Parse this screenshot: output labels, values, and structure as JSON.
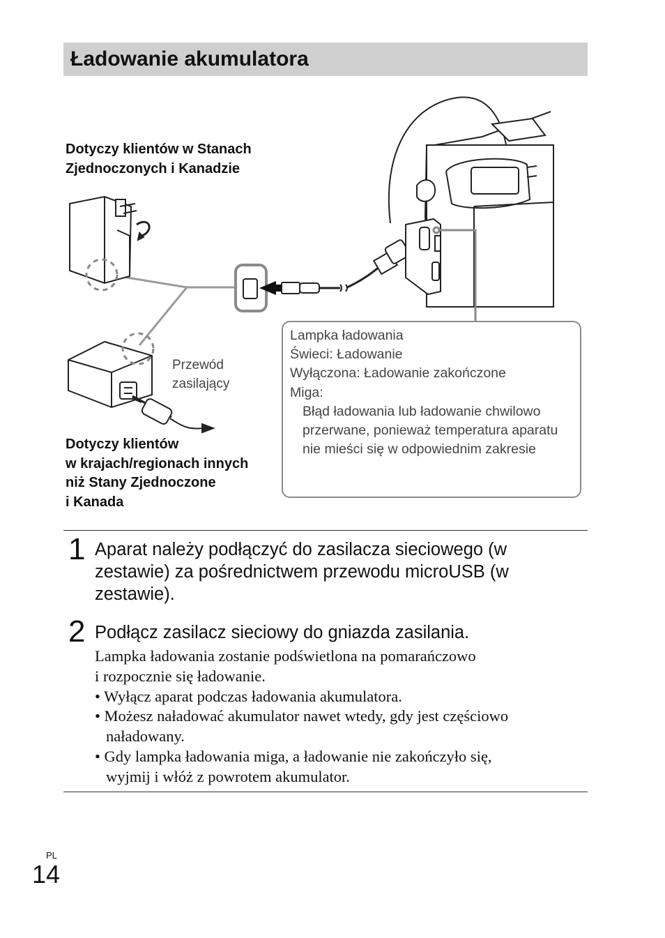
{
  "header": {
    "title": "Ładowanie akumulatora"
  },
  "diagram": {
    "us_canada_label": [
      "Dotyczy klientów w Stanach",
      "Zjednoczonych i Kanadzie"
    ],
    "power_cord_label": [
      "Przewód",
      "zasilający"
    ],
    "other_regions_label": [
      "Dotyczy klientów",
      "w krajach/regionach innych",
      "niż Stany Zjednoczone",
      "i Kanada"
    ],
    "lamp_box": {
      "title": "Lampka ładowania",
      "lit": "Świeci: Ładowanie",
      "off": "Wyłączona: Ładowanie zakończone",
      "blink": "Miga:",
      "blink_detail": [
        "Błąd ładowania lub ładowanie chwilowo",
        "przerwane, ponieważ temperatura aparatu",
        "nie mieści się w odpowiednim zakresie"
      ]
    }
  },
  "steps": [
    {
      "number": "1",
      "lines": [
        "Aparat należy podłączyć do zasilacza sieciowego (w",
        "zestawie) za pośrednictwem przewodu microUSB (w",
        "zestawie)."
      ]
    },
    {
      "number": "2",
      "lines": [
        "Podłącz zasilacz sieciowy do gniazda zasilania."
      ],
      "body": [
        "Lampka ładowania zostanie podświetlona na pomarańczowo",
        "i rozpocznie się ładowanie."
      ],
      "bullets": [
        [
          "• Wyłącz aparat podczas ładowania akumulatora."
        ],
        [
          "• Możesz naładować akumulator nawet wtedy, gdy jest częściowo",
          "naładowany."
        ],
        [
          "• Gdy lampka ładowania miga, a ładowanie nie zakończyło się,",
          "wyjmij i włóż z powrotem akumulator."
        ]
      ]
    }
  ],
  "footer": {
    "lang": "PL",
    "page_number": "14"
  }
}
